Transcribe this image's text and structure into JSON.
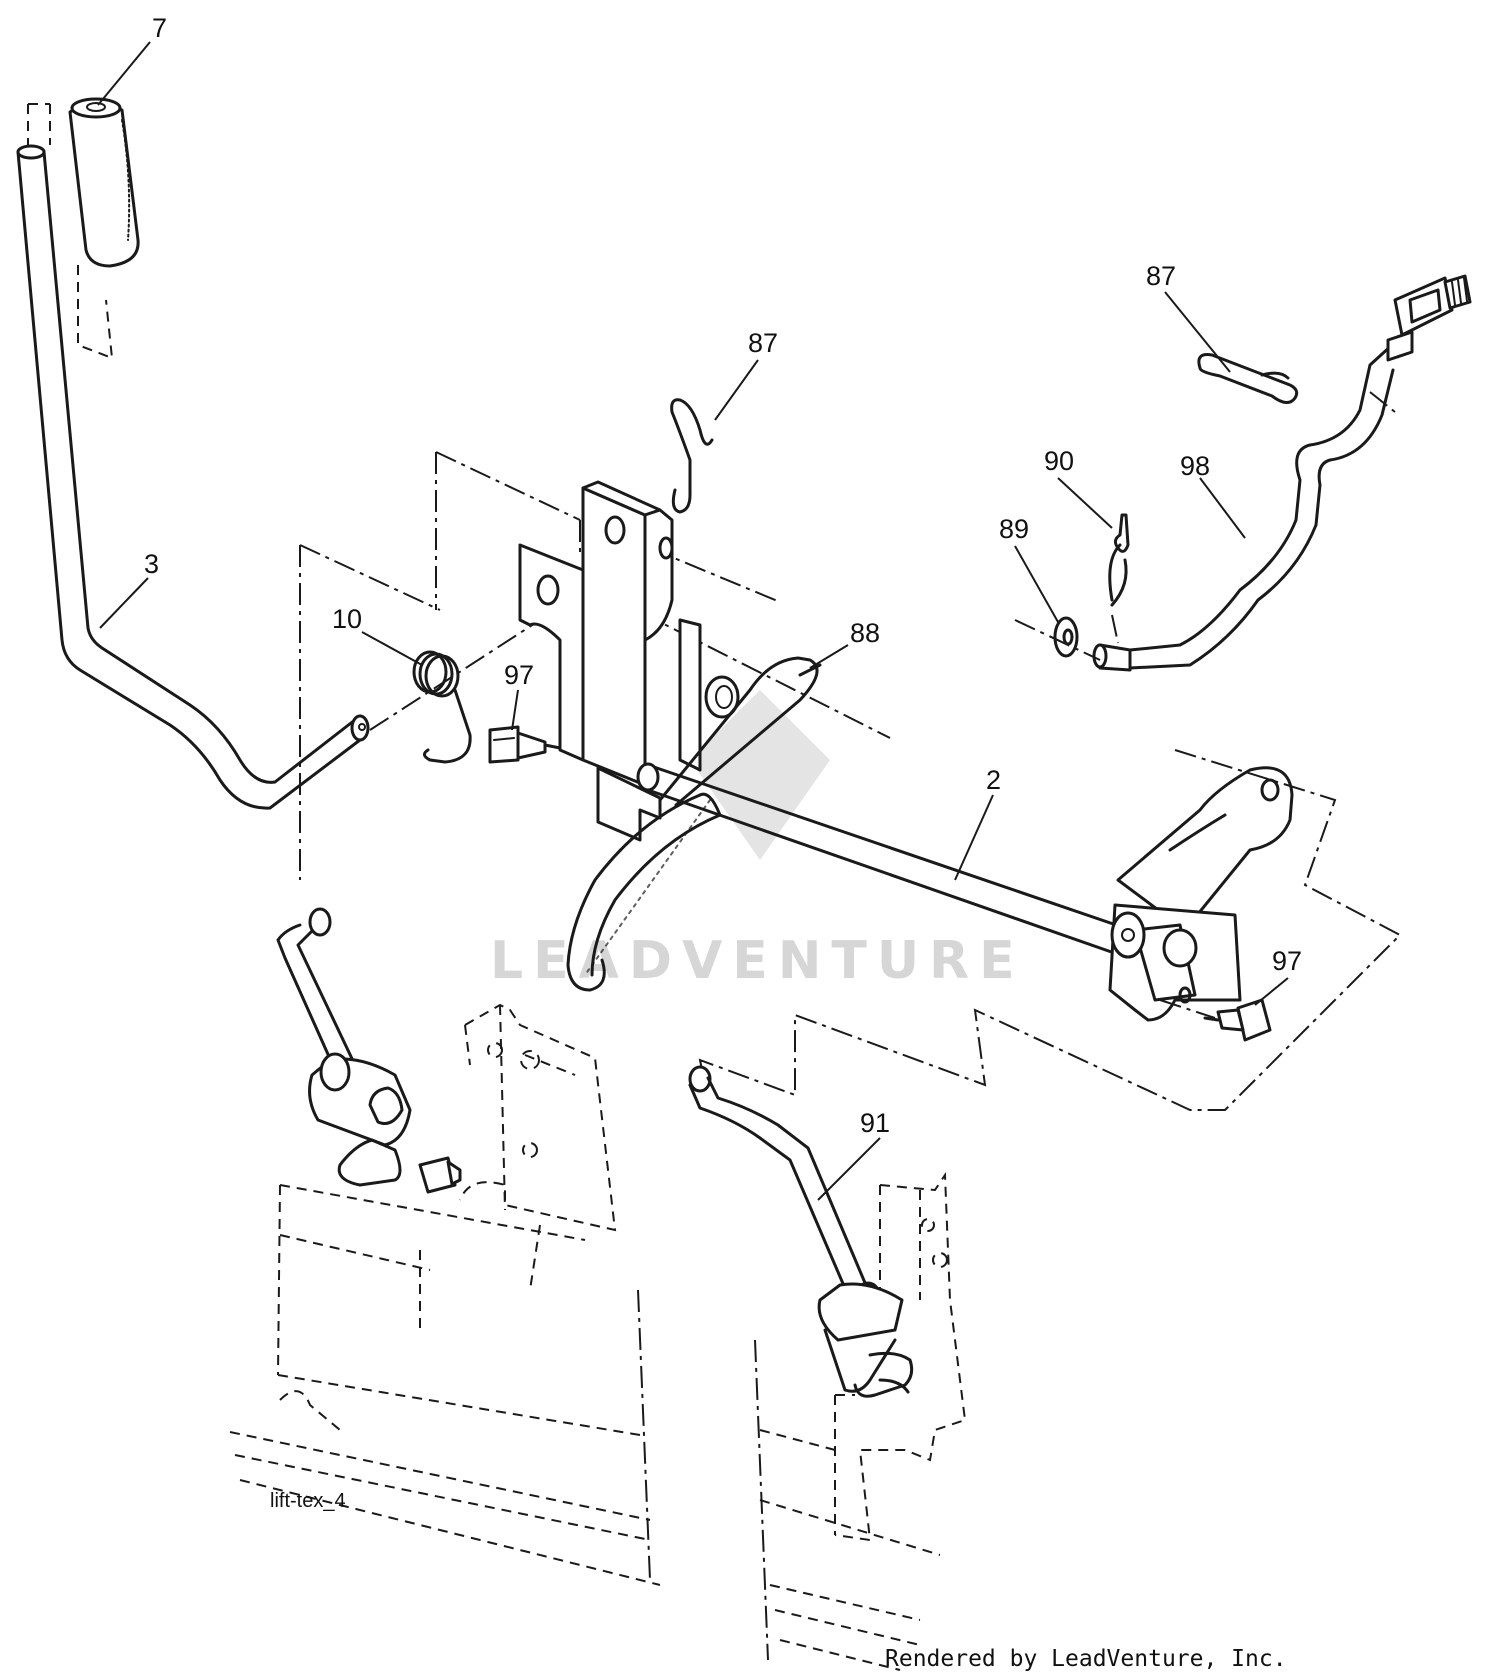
{
  "diagram_id": "lift-tex_4",
  "watermark": "LEADVENTURE",
  "credit": "Rendered by LeadVenture, Inc.",
  "callouts": {
    "c7": "7",
    "c3": "3",
    "c10": "10",
    "c97a": "97",
    "c87a": "87",
    "c88": "88",
    "c2": "2",
    "c87b": "87",
    "c90": "90",
    "c89": "89",
    "c98": "98",
    "c97b": "97",
    "c91": "91"
  }
}
